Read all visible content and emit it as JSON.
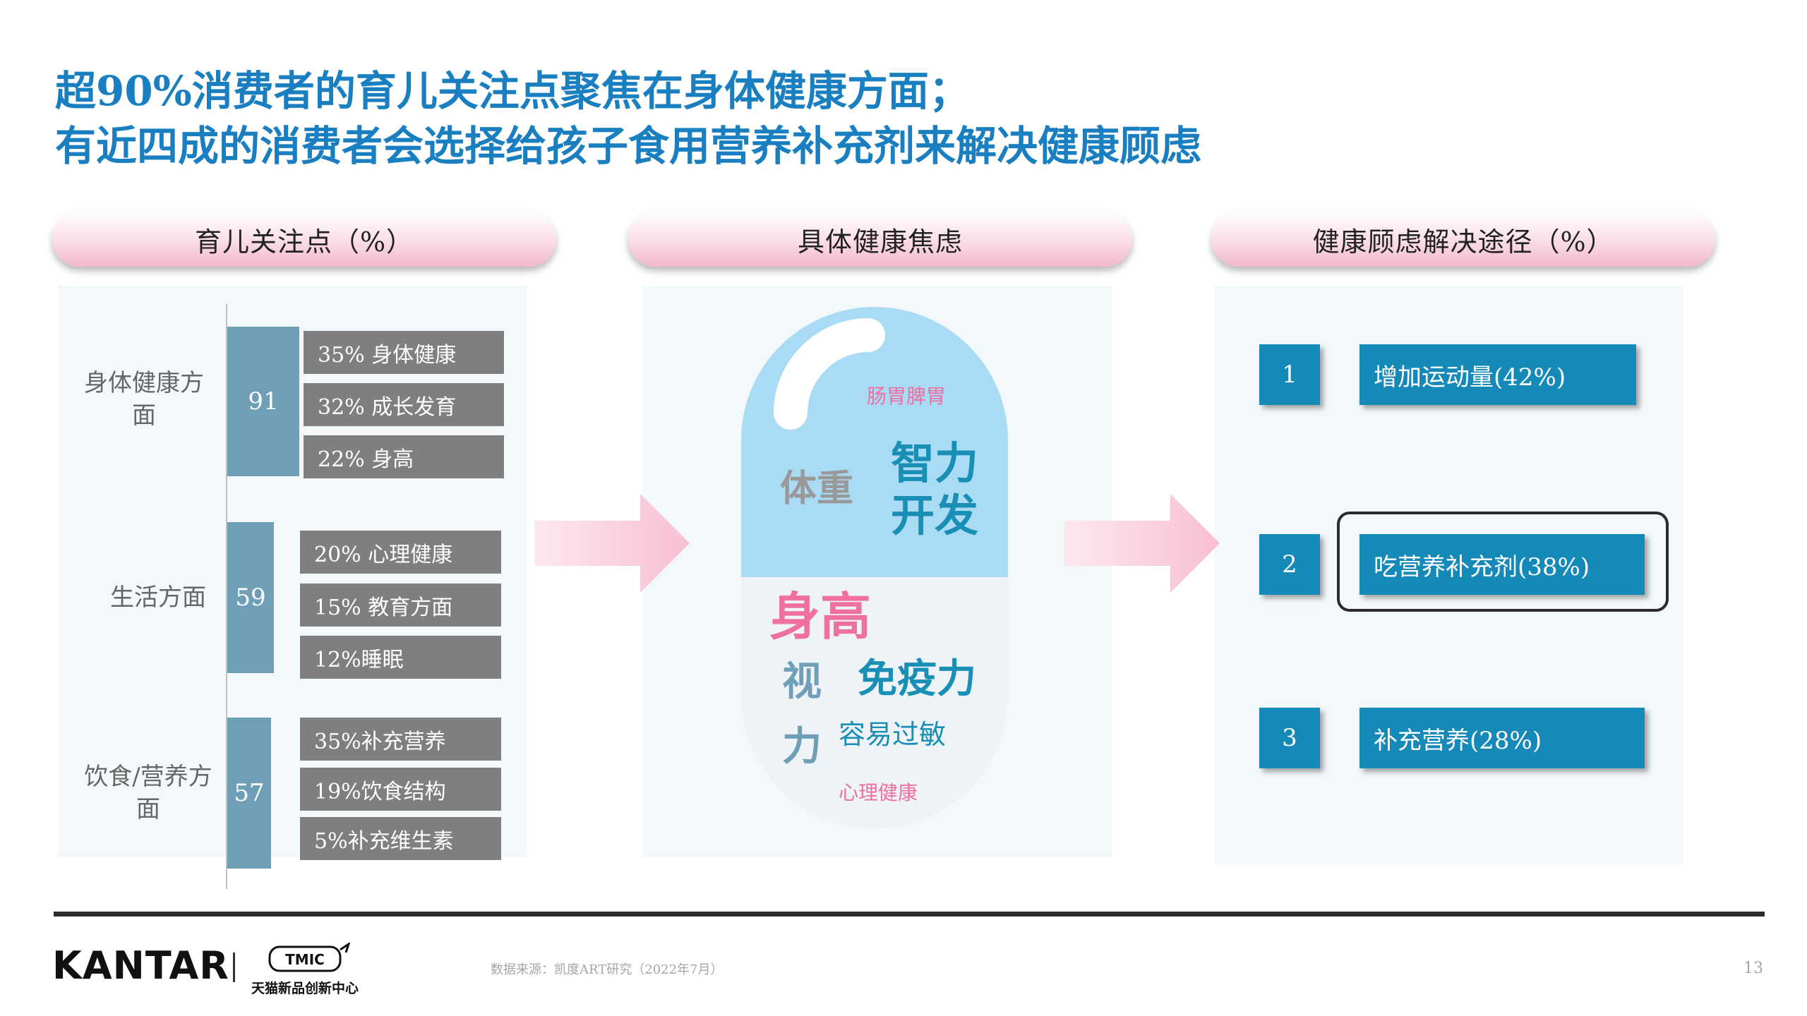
{
  "title": {
    "line1": "超90%消费者的育儿关注点聚焦在身体健康方面；",
    "line2": "有近四成的消费者会选择给孩子食用营养补充剂来解决健康顾虑"
  },
  "headers": {
    "left": "育儿关注点（%）",
    "middle": "具体健康焦虑",
    "right": "健康顾虑解决途径（%）"
  },
  "concerns": [
    {
      "category": "身体健康方面",
      "value": "91",
      "items": [
        "35%  身体健康",
        "32%  成长发育",
        "22%  身高"
      ]
    },
    {
      "category": "生活方面",
      "value": "59",
      "items": [
        "20%  心理健康",
        "15%  教育方面",
        "12%睡眠"
      ]
    },
    {
      "category": "饮食/营养方面",
      "value": "57",
      "items": [
        "35%补充营养",
        "19%饮食结构",
        "5%补充维生素"
      ]
    }
  ],
  "anxieties": {
    "gut": "肠胃脾胃",
    "weight": "体重",
    "intelligence": "智力开发",
    "height": "身高",
    "vision": "视力",
    "immunity": "免疫力",
    "allergy": "容易过敏",
    "mental": "心理健康"
  },
  "solutions": [
    {
      "num": "1",
      "label": "增加运动量(42%)",
      "highlighted": false
    },
    {
      "num": "2",
      "label": "吃营养补充剂(38%)",
      "highlighted": true
    },
    {
      "num": "3",
      "label": "补充营养(28%)",
      "highlighted": false
    }
  ],
  "footer": {
    "brand": "KANTAR",
    "tmic_logo": "TMIC",
    "tmic_text": "天猫新品创新中心",
    "source": "数据来源：凯度ART研究（2022年7月）",
    "page": "13"
  },
  "colors": {
    "title": "#1a7fc1",
    "category_bar": "#6f9fb7",
    "item_box": "#7f7f7f",
    "solution_box": "#1589b8",
    "capsule_top": "#a9dcf4",
    "capsule_bottom": "#eef3f7",
    "pink": "#ef6fa0",
    "teal": "#1a8fb5"
  }
}
